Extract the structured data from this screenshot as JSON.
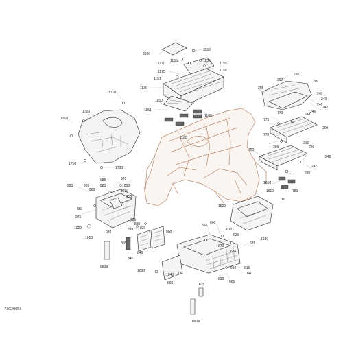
{
  "document_code": "77C2005I",
  "labels": {
    "l3500": "3500",
    "l3510": "3510",
    "l1170": "1170",
    "l1155a": "1155",
    "l1135": "1135",
    "l1155b": "1155",
    "l1175": "1175",
    "l1156": "1156",
    "l1151": "1151",
    "l1130": "1130",
    "l1150": "1150",
    "l1151b": "1151",
    "l1160": "1160",
    "l1180": "1180",
    "l1710": "1710",
    "l1720": "1720",
    "l1710b": "1710",
    "l1710c": "1710",
    "l1730": "1730",
    "l296": "296",
    "l297": "297",
    "l290": "290",
    "l295": "295",
    "l240a": "240",
    "l240b": "240",
    "l240c": "240",
    "l242": "242",
    "l246": "246",
    "l248": "248",
    "l770": "770",
    "l775": "775",
    "l776": "776",
    "l200": "200",
    "l770b": "770",
    "l295b": "295",
    "l220": "220",
    "l210": "210",
    "l750": "750",
    "l245": "245",
    "l247": "247",
    "l230": "230",
    "l1610": "1610",
    "l1610b": "1610",
    "l780": "780",
    "l780b": "780",
    "l1600": "1600",
    "l990": "990",
    "l965": "965",
    "l985": "985",
    "l970": "970",
    "l980": "980",
    "l1000": "1000",
    "l960": "960",
    "l1010": "1010",
    "l950": "950",
    "l980b": "980",
    "l975": "975",
    "l1020": "1020",
    "l970b": "970",
    "l1010b": "1010",
    "l680a": "680a",
    "l825": "825",
    "l830": "830",
    "l810": "810",
    "l820": "820",
    "l800": "800",
    "l805": "805",
    "l840": "840",
    "l845": "845",
    "l360": "360",
    "l600": "600",
    "l610": "610",
    "l620": "620",
    "l635": "635",
    "l1630": "1630",
    "l1040": "1040",
    "l1030": "1030",
    "l660": "660",
    "l630": "630",
    "l650": "650",
    "l615": "615",
    "l640": "640",
    "l625": "625",
    "l680b": "680a",
    "l670": "670",
    "l655": "655",
    "l665": "665"
  }
}
